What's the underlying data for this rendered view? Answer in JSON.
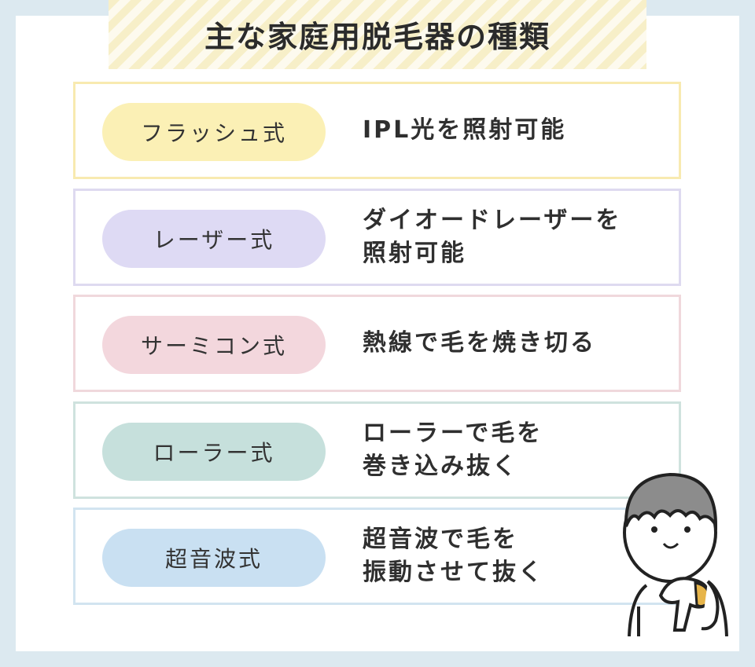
{
  "title": "主な家庭用脱毛器の種類",
  "colors": {
    "background": "#dce9f0",
    "title_stripe": "#f7efc8"
  },
  "rows": [
    {
      "label": "フラッシュ式",
      "description": [
        "IPL光を照射可能"
      ],
      "border_color": "#f8eab0",
      "pill_color": "#fbf0b5"
    },
    {
      "label": "レーザー式",
      "description": [
        "ダイオードレーザーを",
        "照射可能"
      ],
      "border_color": "#dedaf0",
      "pill_color": "#dedaf4"
    },
    {
      "label": "サーミコン式",
      "description": [
        "熱線で毛を焼き切る"
      ],
      "border_color": "#f0d8dc",
      "pill_color": "#f3d7dd"
    },
    {
      "label": "ローラー式",
      "description": [
        "ローラーで毛を",
        "巻き込み抜く"
      ],
      "border_color": "#cfe2de",
      "pill_color": "#c6e0dc"
    },
    {
      "label": "超音波式",
      "description": [
        "超音波で毛を",
        "振動させて抜く"
      ],
      "border_color": "#d2e4f0",
      "pill_color": "#c9e0f2"
    }
  ],
  "illustration": {
    "icon": "person-with-hair-removal-device-icon"
  }
}
